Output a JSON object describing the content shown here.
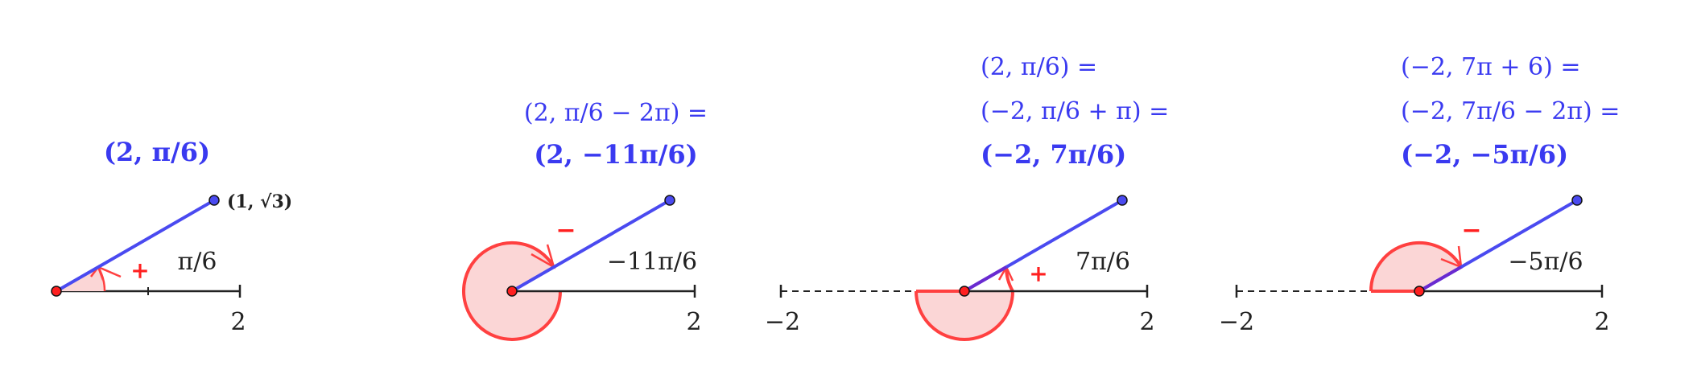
{
  "panels": [
    {
      "id": "p1",
      "labels": [
        "(2, π/6)"
      ],
      "bold_index": 0,
      "point_label": "(1, √3)",
      "angle_label": "π/6",
      "sign": "+",
      "axis_ticks": [
        "2"
      ],
      "direction": "counterclockwise",
      "arc_type": "small-positive"
    },
    {
      "id": "p2",
      "labels": [
        "(2, π/6 − 2π) =",
        "(2, −11π/6)"
      ],
      "bold_index": 1,
      "angle_label": "−11π/6",
      "sign": "−",
      "axis_ticks": [
        "2"
      ],
      "direction": "clockwise",
      "arc_type": "large-negative"
    },
    {
      "id": "p3",
      "labels": [
        "(2, π/6) =",
        "(−2, π/6 + π) =",
        "(−2, 7π/6)"
      ],
      "bold_index": 2,
      "angle_label": "7π/6",
      "sign": "+",
      "axis_ticks": [
        "−2",
        "2"
      ],
      "direction": "counterclockwise",
      "arc_type": "half-plus"
    },
    {
      "id": "p4",
      "labels": [
        "(−2, 7π + 6) =",
        "(−2, 7π/6 − 2π) =",
        "(−2, −5π/6)"
      ],
      "bold_index": 2,
      "angle_label": "−5π/6",
      "sign": "−",
      "axis_ticks": [
        "−2",
        "2"
      ],
      "direction": "clockwise",
      "arc_type": "negative-five-sixths"
    }
  ],
  "colors": {
    "ray": "#4a4af0",
    "arc": "#ff4040",
    "fill": "#fbd6d6",
    "axis": "#222222",
    "text_blue": "#3a3af0",
    "origin": "#ff2020",
    "endpoint": "#3a3af0"
  }
}
